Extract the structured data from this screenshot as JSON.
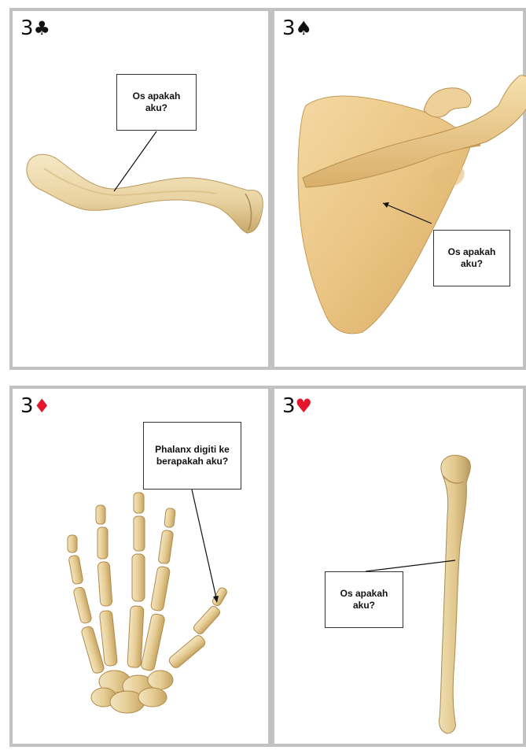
{
  "cards": [
    {
      "rank": "3",
      "suit": "♣",
      "suit_name": "club-icon",
      "suit_color": "#111111",
      "callout": "Os apakah aku?"
    },
    {
      "rank": "3",
      "suit": "♠",
      "suit_name": "spade-icon",
      "suit_color": "#111111",
      "callout": "Os apakah aku?"
    },
    {
      "rank": "3",
      "suit": "♦",
      "suit_name": "diamond-icon",
      "suit_color": "#e3162b",
      "callout": "Phalanx digiti ke berapakah aku?"
    },
    {
      "rank": "3",
      "suit": "♥",
      "suit_name": "heart-icon",
      "suit_color": "#e3162b",
      "callout": "Os apakah aku?"
    }
  ],
  "colors": {
    "card_border": "#c2c2c2",
    "bone_light": "#f3e2b8",
    "bone_mid": "#e0c283",
    "bone_dark": "#c7a058"
  }
}
